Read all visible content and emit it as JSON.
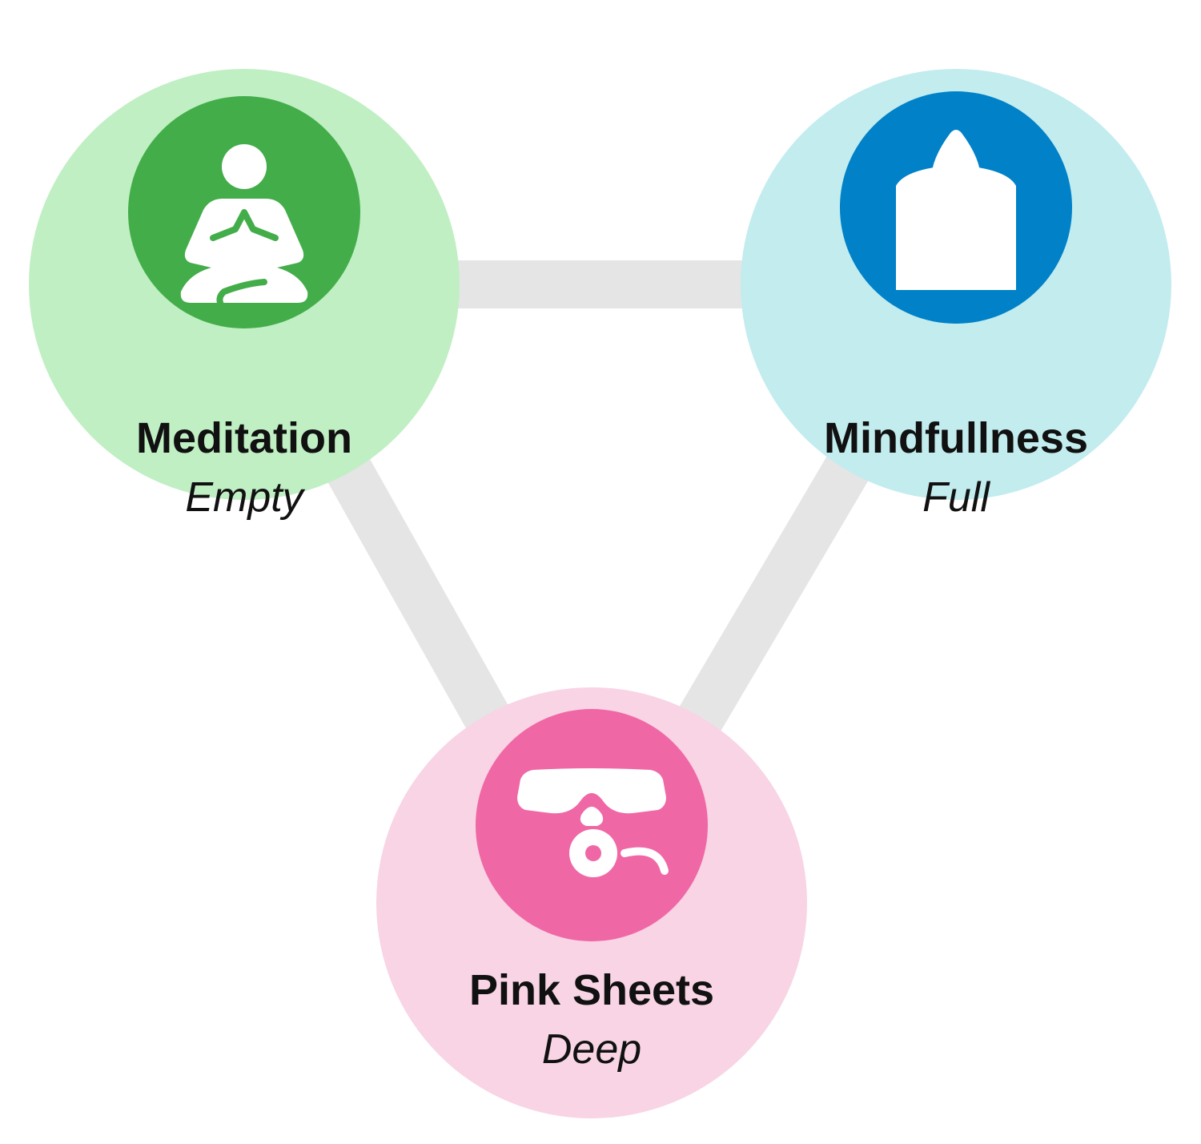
{
  "nodes": [
    {
      "title": "Meditation",
      "subtitle": "Empty",
      "icon": "meditation-icon",
      "color": "#43ad4a",
      "background": "#c0efc3"
    },
    {
      "title": "Mindfullness",
      "subtitle": "Full",
      "icon": "candle-icon",
      "color": "#0081c8",
      "background": "#c2ecee"
    },
    {
      "title": "Pink Sheets",
      "subtitle": "Deep",
      "icon": "diving-mask-icon",
      "color": "#f067a5",
      "background": "#f8d4e4"
    }
  ],
  "connectors": [
    {
      "from": "Meditation",
      "to": "Mindfullness"
    },
    {
      "from": "Meditation",
      "to": "Pink Sheets"
    },
    {
      "from": "Mindfullness",
      "to": "Pink Sheets"
    }
  ],
  "connector_color": "#e5e5e5"
}
